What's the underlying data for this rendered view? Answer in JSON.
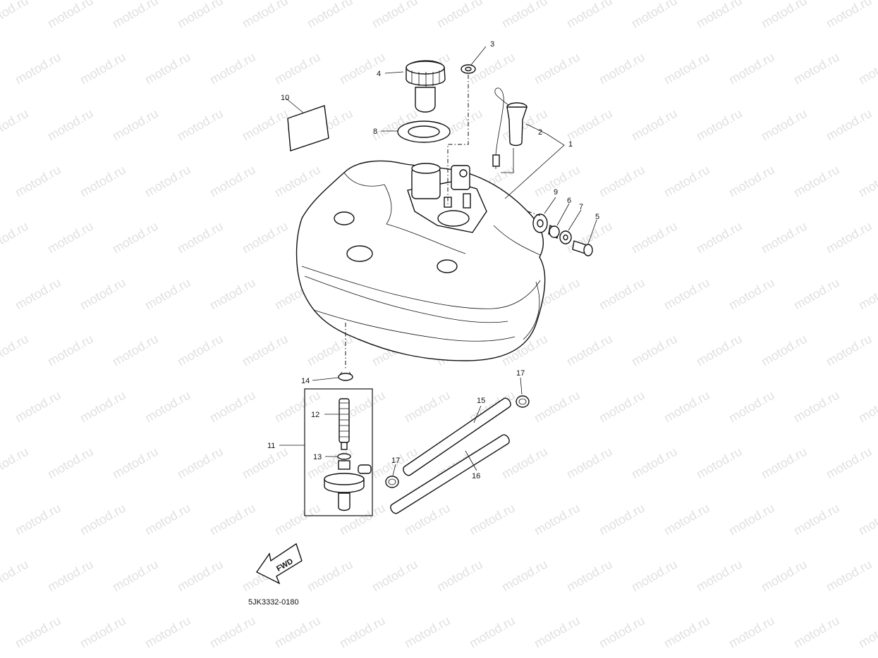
{
  "watermark": "motod.ru",
  "diagram_code": "5JK3332-0180",
  "fwd_label": "FWD",
  "callouts": {
    "c1": "1",
    "c2": "2",
    "c3": "3",
    "c4": "4",
    "c5": "5",
    "c6": "6",
    "c7": "7",
    "c8": "8",
    "c9": "9",
    "c10": "10",
    "c11": "11",
    "c12": "12",
    "c13": "13",
    "c14": "14",
    "c15": "15",
    "c16": "16",
    "c17a": "17",
    "c17b": "17"
  }
}
